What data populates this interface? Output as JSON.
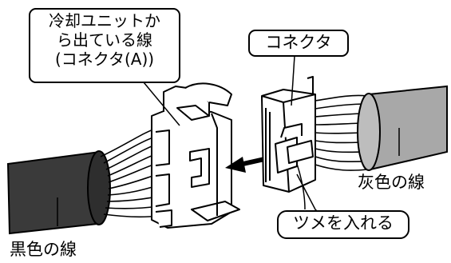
{
  "labels": {
    "cooling_unit_line1": "冷却ユニットか",
    "cooling_unit_line2": "ら出ている線",
    "cooling_unit_line3": "(コネクタ(A))",
    "connector": "コネクタ",
    "insert_tab": "ツメを入れる",
    "gray_wire": "灰色の線",
    "black_wire": "黒色の線"
  },
  "colors": {
    "black_cable": "#3a3a3a",
    "gray_cable": "#a8a8a8",
    "outline": "#000000",
    "body": "#ffffff"
  }
}
